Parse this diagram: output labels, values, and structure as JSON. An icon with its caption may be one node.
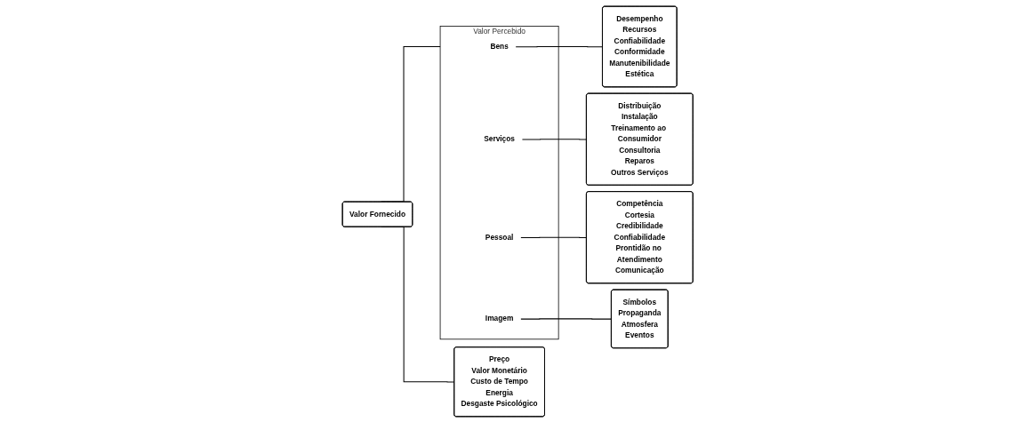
{
  "diagram": {
    "nodes": [
      {
        "text": [
          "Valor Fornecido"
        ]
      },
      {
        "text": [
          "Valor Percebido"
        ]
      },
      {
        "text": [
          "Bens"
        ],
        "in": 1
      },
      {
        "text": [
          "Serviços"
        ],
        "in": 1
      },
      {
        "text": [
          "Pessoal"
        ],
        "in": 1
      },
      {
        "text": [
          "Imagem"
        ],
        "in": 1
      },
      {
        "text": [
          "Preço",
          "Valor Monetário",
          "Custo de Tempo",
          "Energia",
          "Desgaste Psicológico"
        ]
      },
      {
        "text": [
          "Desempenho",
          "Recursos",
          "Confiabilidade",
          "Conformidade",
          "Manutenibilidade",
          "Estética"
        ]
      },
      {
        "text": [
          "Distribuição",
          "Instalação",
          "Treinamento ao Consumidor",
          "Consultoria",
          "Reparos",
          "Outros Serviços"
        ]
      },
      {
        "text": [
          "Competência",
          "Cortesia",
          "Credibilidade",
          "Confiabilidade",
          "Prontidão no Atendimento",
          "Comunicação"
        ]
      },
      {
        "text": [
          "Símbolos",
          "Propaganda",
          "Atmosfera",
          "Eventos"
        ]
      }
    ],
    "edges": [
      {
        "from": 0,
        "to": 1,
        "arrow": "none"
      },
      {
        "from": 0,
        "to": 6,
        "arrow": "none"
      },
      {
        "from": 2,
        "to": 7,
        "arrow": "none"
      },
      {
        "from": 3,
        "to": 8,
        "arrow": "none"
      },
      {
        "from": 4,
        "to": 9,
        "arrow": "none"
      },
      {
        "from": 5,
        "to": 10,
        "arrow": "none"
      }
    ]
  }
}
